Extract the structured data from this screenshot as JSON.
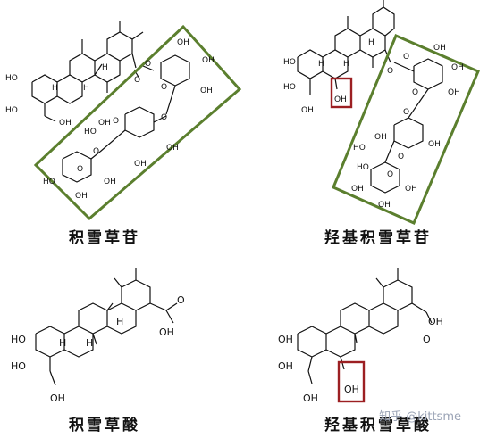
{
  "panels": [
    {
      "caption": "积雪草苷",
      "atoms": [
        "HO",
        "HO",
        "OH",
        "H",
        "H",
        "H",
        "O",
        "O",
        "OH",
        "OH",
        "OH",
        "O",
        "OH",
        "O",
        "OH",
        "HO",
        "O",
        "O",
        "OH",
        "OH",
        "OH",
        "HO",
        "O"
      ]
    },
    {
      "caption": "羟基积雪草苷",
      "atoms": [
        "HO",
        "HO",
        "OH",
        "OH",
        "H",
        "H",
        "H",
        "O",
        "O",
        "OH",
        "OH",
        "OH",
        "O",
        "OH",
        "O",
        "OH",
        "HO",
        "O",
        "O",
        "OH",
        "OH",
        "OH",
        "HO"
      ]
    },
    {
      "caption": "积雪草酸",
      "atoms": [
        "HO",
        "HO",
        "OH",
        "H",
        "H",
        "H",
        "O",
        "OH"
      ]
    },
    {
      "caption": "羟基积雪草酸",
      "atoms": [
        "OH",
        "OH",
        "OH",
        "OH",
        "OH",
        "O"
      ]
    }
  ],
  "watermark": "知乎 @kittsme"
}
